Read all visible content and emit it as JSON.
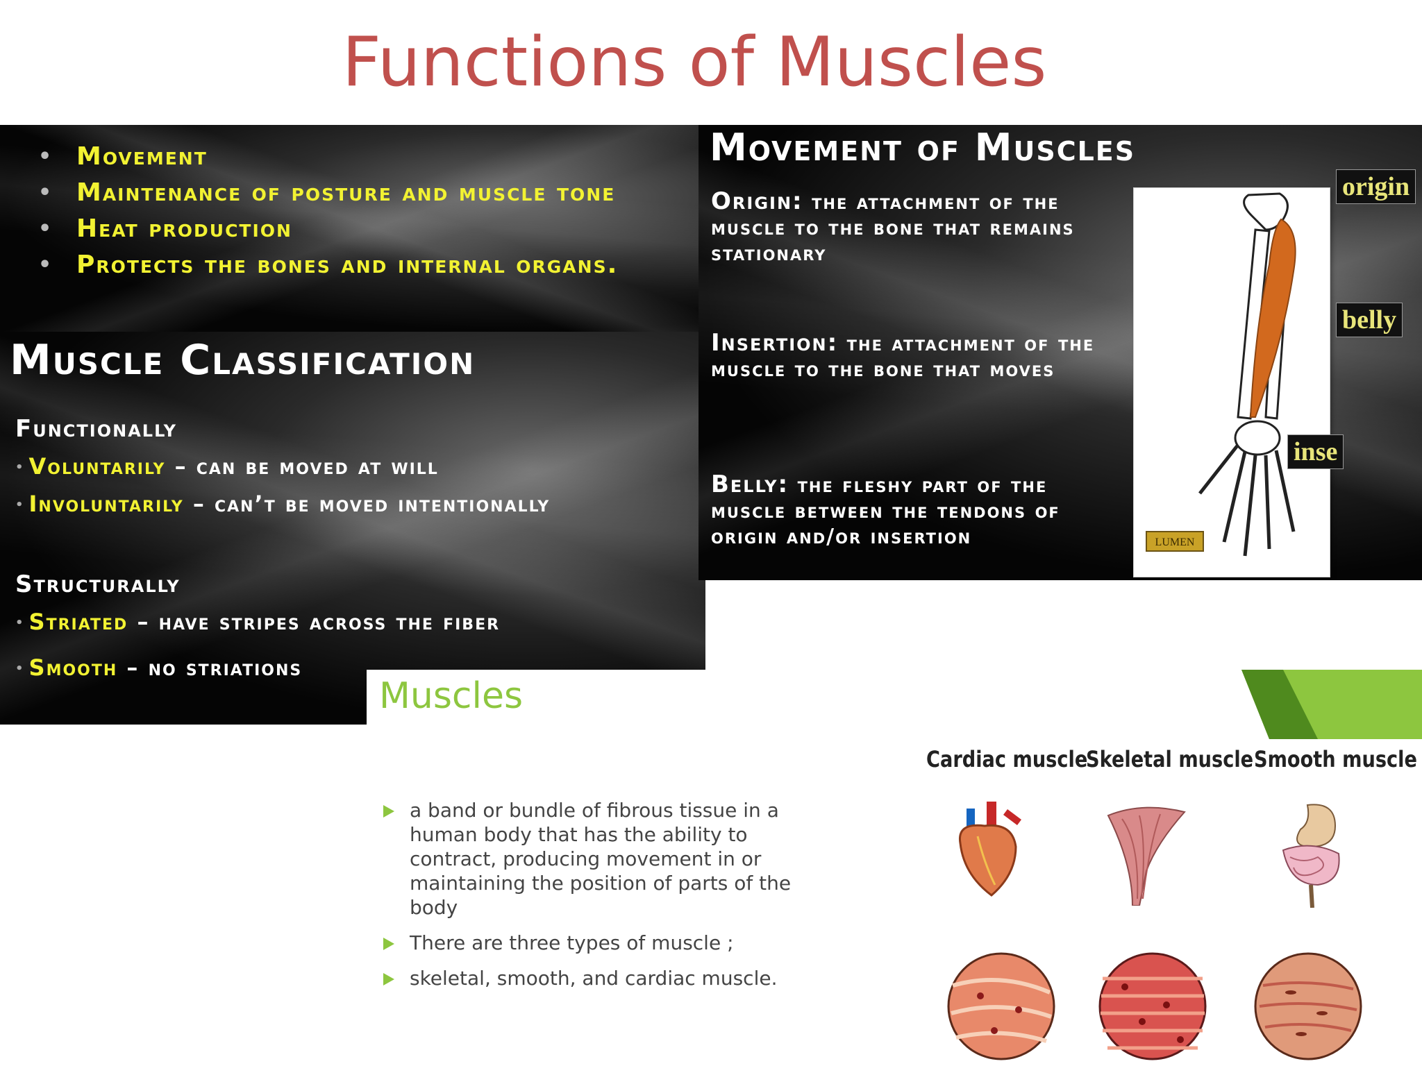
{
  "title": "Functions of Muscles",
  "functions_slide": {
    "items": [
      "Movement",
      "Maintenance of posture and muscle tone",
      "Heat production",
      "Protects the bones and internal organs."
    ]
  },
  "classification_slide": {
    "title": "Muscle Classification",
    "functionally": {
      "heading": "Functionally",
      "items": [
        {
          "term": "Voluntarily",
          "desc": " – can be moved at will"
        },
        {
          "term": "Involuntarily",
          "desc": " – can’t be moved intentionally"
        }
      ]
    },
    "structurally": {
      "heading": "Structurally",
      "items": [
        {
          "term": "Striated",
          "desc": " – have stripes across the fiber"
        },
        {
          "term": "Smooth",
          "desc": " – no striations"
        }
      ]
    }
  },
  "movement_slide": {
    "title": "Movement of Muscles",
    "definitions": [
      {
        "term": "Origin:",
        "desc": " the attachment of the muscle to the bone that remains stationary"
      },
      {
        "term": "Insertion:",
        "desc": " the attachment of the muscle to the bone that moves"
      },
      {
        "term": "Belly:",
        "desc": " the fleshy part of the muscle between the tendons of origin and/or insertion"
      }
    ],
    "figure": {
      "callouts": {
        "origin": "origin",
        "belly": "belly",
        "insertion": "inse"
      },
      "tag": "LUMEN"
    },
    "colors": {
      "muscle": "#d2691e"
    }
  },
  "muscles_slide": {
    "title": "Muscles",
    "bullets": [
      "a band or bundle of fibrous tissue in a human body that has the ability to contract, producing movement in or maintaining the position of parts of the body",
      "There are three types of muscle ;",
      " skeletal, smooth, and cardiac muscle."
    ],
    "types": [
      "Cardiac muscle",
      "Skeletal muscle",
      "Smooth muscle"
    ],
    "colors": {
      "accent": "#8dc63f"
    }
  }
}
